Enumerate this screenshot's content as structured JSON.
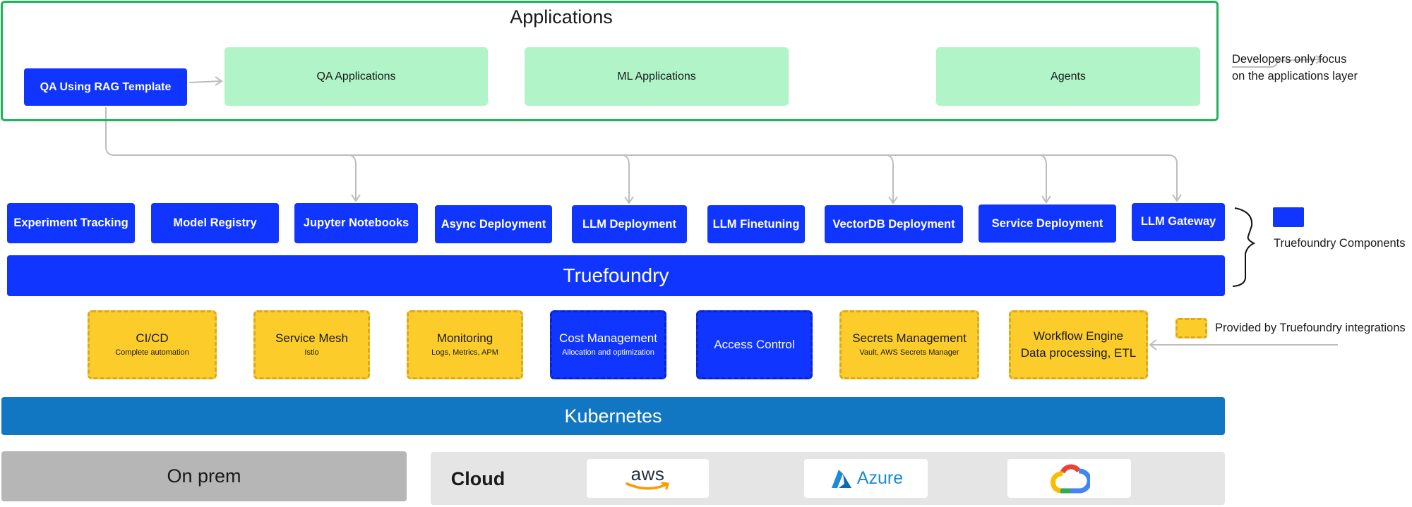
{
  "applications": {
    "title": "Applications",
    "template_label": "QA Using RAG Template",
    "boxes": [
      "QA Applications",
      "ML Applications",
      "Agents"
    ],
    "note_line1": "Developers only focus",
    "note_line2": "on the applications layer"
  },
  "components": {
    "items": [
      "Experiment Tracking",
      "Model Registry",
      "Jupyter Notebooks",
      "Async Deployment",
      "LLM Deployment",
      "LLM Finetuning",
      "VectorDB Deployment",
      "Service Deployment",
      "LLM Gateway"
    ],
    "legend_label": "Truefoundry Components"
  },
  "platform": {
    "title": "Truefoundry"
  },
  "integrations": {
    "items": [
      {
        "title": "CI/CD",
        "subtitle": "Complete automation",
        "type": "integration"
      },
      {
        "title": "Service Mesh",
        "subtitle": "Istio",
        "type": "integration"
      },
      {
        "title": "Monitoring",
        "subtitle": "Logs, Metrics, APM",
        "type": "integration"
      },
      {
        "title": "Cost Management",
        "subtitle": "Allocation and optimization",
        "type": "component"
      },
      {
        "title": "Access Control",
        "subtitle": "",
        "type": "component"
      },
      {
        "title": "Secrets Management",
        "subtitle": "Vault, AWS Secrets Manager",
        "type": "integration"
      },
      {
        "title": "Workflow Engine",
        "subtitle": "Data processing, ETL",
        "type": "integration"
      }
    ],
    "legend_label": "Provided by Truefoundry integrations"
  },
  "infrastructure": {
    "kubernetes": "Kubernetes",
    "on_prem": "On prem",
    "cloud": "Cloud",
    "providers": [
      "aws",
      "Azure",
      "Google Cloud"
    ]
  },
  "colors": {
    "truefoundry_blue": "#0f35ff",
    "application_green": "#b0f4c8",
    "frame_green": "#1fb35c",
    "integration_yellow": "#fccd2a",
    "kubernetes_blue": "#1277c3",
    "on_prem_gray": "#b6b6b6",
    "cloud_gray": "#e5e5e5"
  }
}
